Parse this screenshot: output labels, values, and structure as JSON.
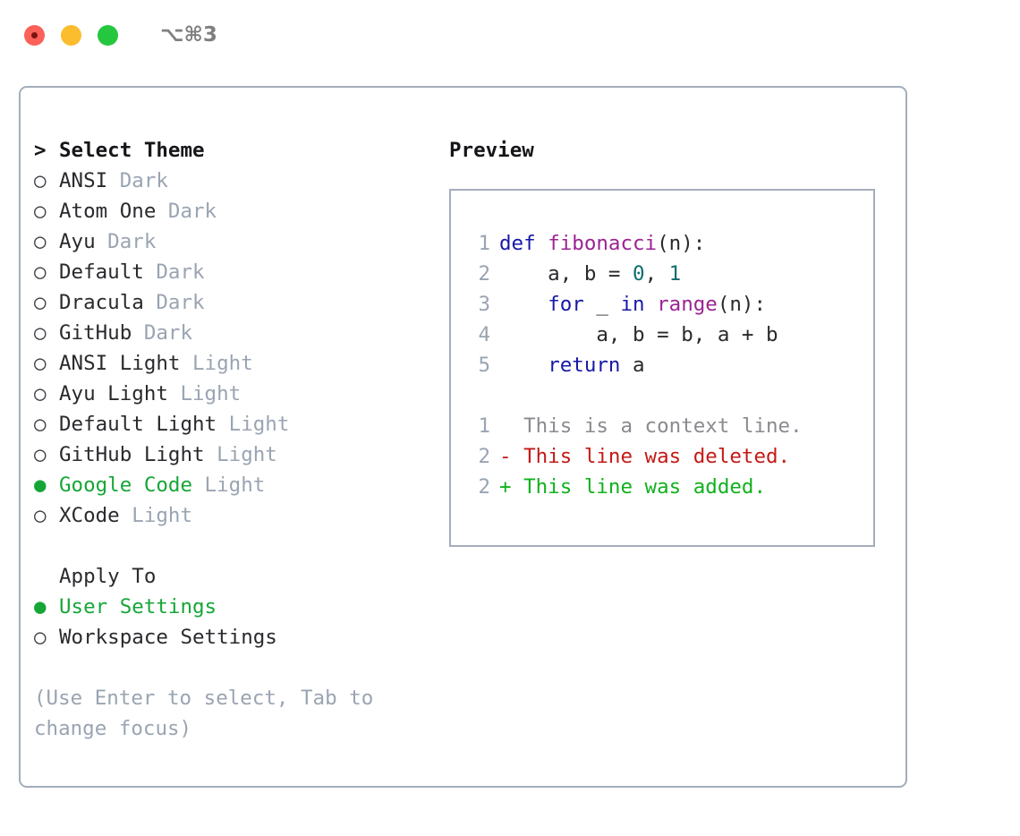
{
  "titlebar": {
    "close_label": "",
    "minimize_label": "",
    "zoom_label": "",
    "shortcut": "⌥⌘3"
  },
  "theme_picker": {
    "heading_prefix": "> ",
    "heading": "Select Theme",
    "items": [
      {
        "marker": "○ ",
        "selected": false,
        "name": "ANSI",
        "tag": " Dark"
      },
      {
        "marker": "○ ",
        "selected": false,
        "name": "Atom One",
        "tag": " Dark"
      },
      {
        "marker": "○ ",
        "selected": false,
        "name": "Ayu",
        "tag": " Dark"
      },
      {
        "marker": "○ ",
        "selected": false,
        "name": "Default",
        "tag": " Dark"
      },
      {
        "marker": "○ ",
        "selected": false,
        "name": "Dracula",
        "tag": " Dark"
      },
      {
        "marker": "○ ",
        "selected": false,
        "name": "GitHub",
        "tag": " Dark"
      },
      {
        "marker": "○ ",
        "selected": false,
        "name": "ANSI Light",
        "tag": " Light"
      },
      {
        "marker": "○ ",
        "selected": false,
        "name": "Ayu Light",
        "tag": " Light"
      },
      {
        "marker": "○ ",
        "selected": false,
        "name": "Default Light",
        "tag": " Light"
      },
      {
        "marker": "○ ",
        "selected": false,
        "name": "GitHub Light",
        "tag": " Light"
      },
      {
        "marker": "● ",
        "selected": true,
        "name": "Google Code",
        "tag": " Light"
      },
      {
        "marker": "○ ",
        "selected": false,
        "name": "XCode",
        "tag": " Light"
      }
    ]
  },
  "apply_to": {
    "heading_prefix": "  ",
    "heading": "Apply To",
    "items": [
      {
        "marker": "● ",
        "selected": true,
        "name": "User Settings"
      },
      {
        "marker": "○ ",
        "selected": false,
        "name": "Workspace Settings"
      }
    ]
  },
  "hint": {
    "line1": "(Use Enter to select, Tab to",
    "line2": "change focus)"
  },
  "preview": {
    "title": "Preview",
    "code_lines": [
      {
        "num": "1",
        "tokens": [
          {
            "t": "def",
            "c": "kw"
          },
          {
            "t": " ",
            "c": "plain"
          },
          {
            "t": "fibonacci",
            "c": "fn"
          },
          {
            "t": "(n):",
            "c": "plain"
          }
        ]
      },
      {
        "num": "2",
        "tokens": [
          {
            "t": "    a, b = ",
            "c": "plain"
          },
          {
            "t": "0",
            "c": "num"
          },
          {
            "t": ", ",
            "c": "plain"
          },
          {
            "t": "1",
            "c": "num"
          }
        ]
      },
      {
        "num": "3",
        "tokens": [
          {
            "t": "    ",
            "c": "plain"
          },
          {
            "t": "for",
            "c": "kw"
          },
          {
            "t": " _ ",
            "c": "plain"
          },
          {
            "t": "in",
            "c": "kw"
          },
          {
            "t": " ",
            "c": "plain"
          },
          {
            "t": "range",
            "c": "fn"
          },
          {
            "t": "(n):",
            "c": "plain"
          }
        ]
      },
      {
        "num": "4",
        "tokens": [
          {
            "t": "        a, b = b, a + b",
            "c": "plain"
          }
        ]
      },
      {
        "num": "5",
        "tokens": [
          {
            "t": "    ",
            "c": "plain"
          },
          {
            "t": "return",
            "c": "kw"
          },
          {
            "t": " a",
            "c": "plain"
          }
        ]
      }
    ],
    "diff_lines": [
      {
        "num": "1",
        "text": "  This is a context line.",
        "c": "ctx"
      },
      {
        "num": "2",
        "text": "- This line was deleted.",
        "c": "del"
      },
      {
        "num": "2",
        "text": "+ This line was added.",
        "c": "add"
      }
    ]
  },
  "colors": {
    "accent_green": "#16a637",
    "muted_gray": "#9aa4b2",
    "border": "#a4adbc",
    "keyword": "#1718a8",
    "function": "#9b2393",
    "number": "#0f6d6d",
    "diff_delete": "#c41a16",
    "diff_add": "#11b11e"
  }
}
